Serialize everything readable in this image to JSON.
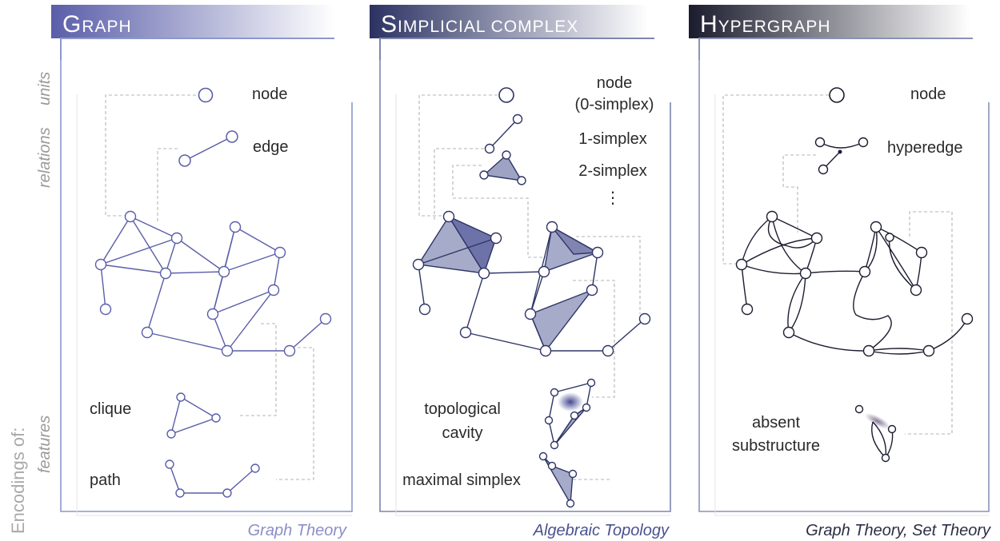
{
  "side_labels": {
    "main": "Encodings of:",
    "units": "units",
    "relations": "relations",
    "features": "features"
  },
  "panels": {
    "graph": {
      "title_cap": "G",
      "title_rest": "RAPH",
      "discipline": "Graph Theory",
      "node_label": "node",
      "edge_label": "edge",
      "clique_label": "clique",
      "path_label": "path",
      "color": "#5a5ea8"
    },
    "simplicial": {
      "title_cap": "S",
      "title_rest": "IMPLICIAL COMPLEX",
      "discipline": "Algebraic Topology",
      "node_label_1": "node",
      "node_label_2": "(0-simplex)",
      "simplex1_label": "1-simplex",
      "simplex2_label": "2-simplex",
      "ellipsis": "⋮",
      "cavity_label_1": "topological",
      "cavity_label_2": "cavity",
      "maximal_label": "maximal simplex",
      "color": "#2e3566"
    },
    "hypergraph": {
      "title_cap": "H",
      "title_rest": "YPERGRAPH",
      "discipline": "Graph Theory, Set Theory",
      "node_label": "node",
      "hyperedge_label": "hyperedge",
      "absent_label_1": "absent",
      "absent_label_2": "substructure",
      "color": "#1c1d30"
    }
  }
}
